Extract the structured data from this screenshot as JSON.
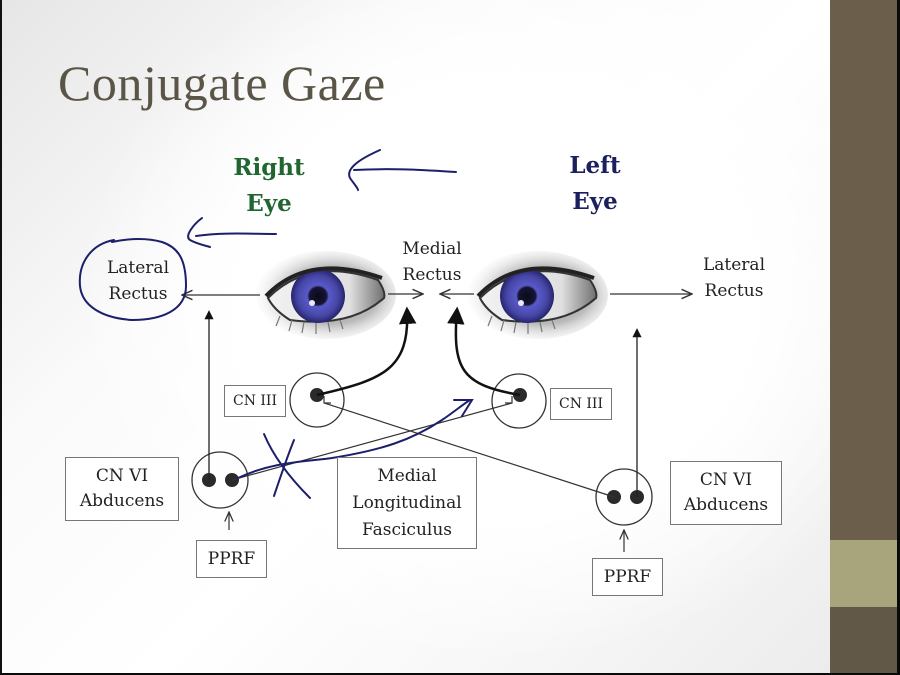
{
  "slide": {
    "title": "Conjugate Gaze",
    "right_eye_label": [
      "Right",
      "Eye"
    ],
    "left_eye_label": [
      "Left",
      "Eye"
    ],
    "muscles": {
      "right_lateral_rectus": [
        "Lateral",
        "Rectus"
      ],
      "medial_rectus": [
        "Medial",
        "Rectus"
      ],
      "left_lateral_rectus": [
        "Lateral",
        "Rectus"
      ]
    },
    "nuclei": {
      "cn3_left_side": "CN III",
      "cn3_right_side": "CN III",
      "cn6_left_side": [
        "CN VI",
        "Abducens"
      ],
      "cn6_right_side": [
        "CN VI",
        "Abducens"
      ],
      "pprf_left_side": "PPRF",
      "pprf_right_side": "PPRF",
      "mlf": [
        "Medial",
        "Longitudinal",
        "Fasciculus"
      ]
    },
    "annotations": {
      "gaze_direction": "left",
      "circled_muscle": "right lateral rectus",
      "crossed_path": "left CN VI to MLF"
    }
  },
  "colors": {
    "title": "#5a5546",
    "right_eye_label": "#1f6630",
    "left_eye_label": "#1b1f5e",
    "ink_annotation": "#1c1f6b",
    "iris": "#4a4ab0",
    "sidebar": "#6b5e4b",
    "sidebar_band": "#a8a47c"
  }
}
